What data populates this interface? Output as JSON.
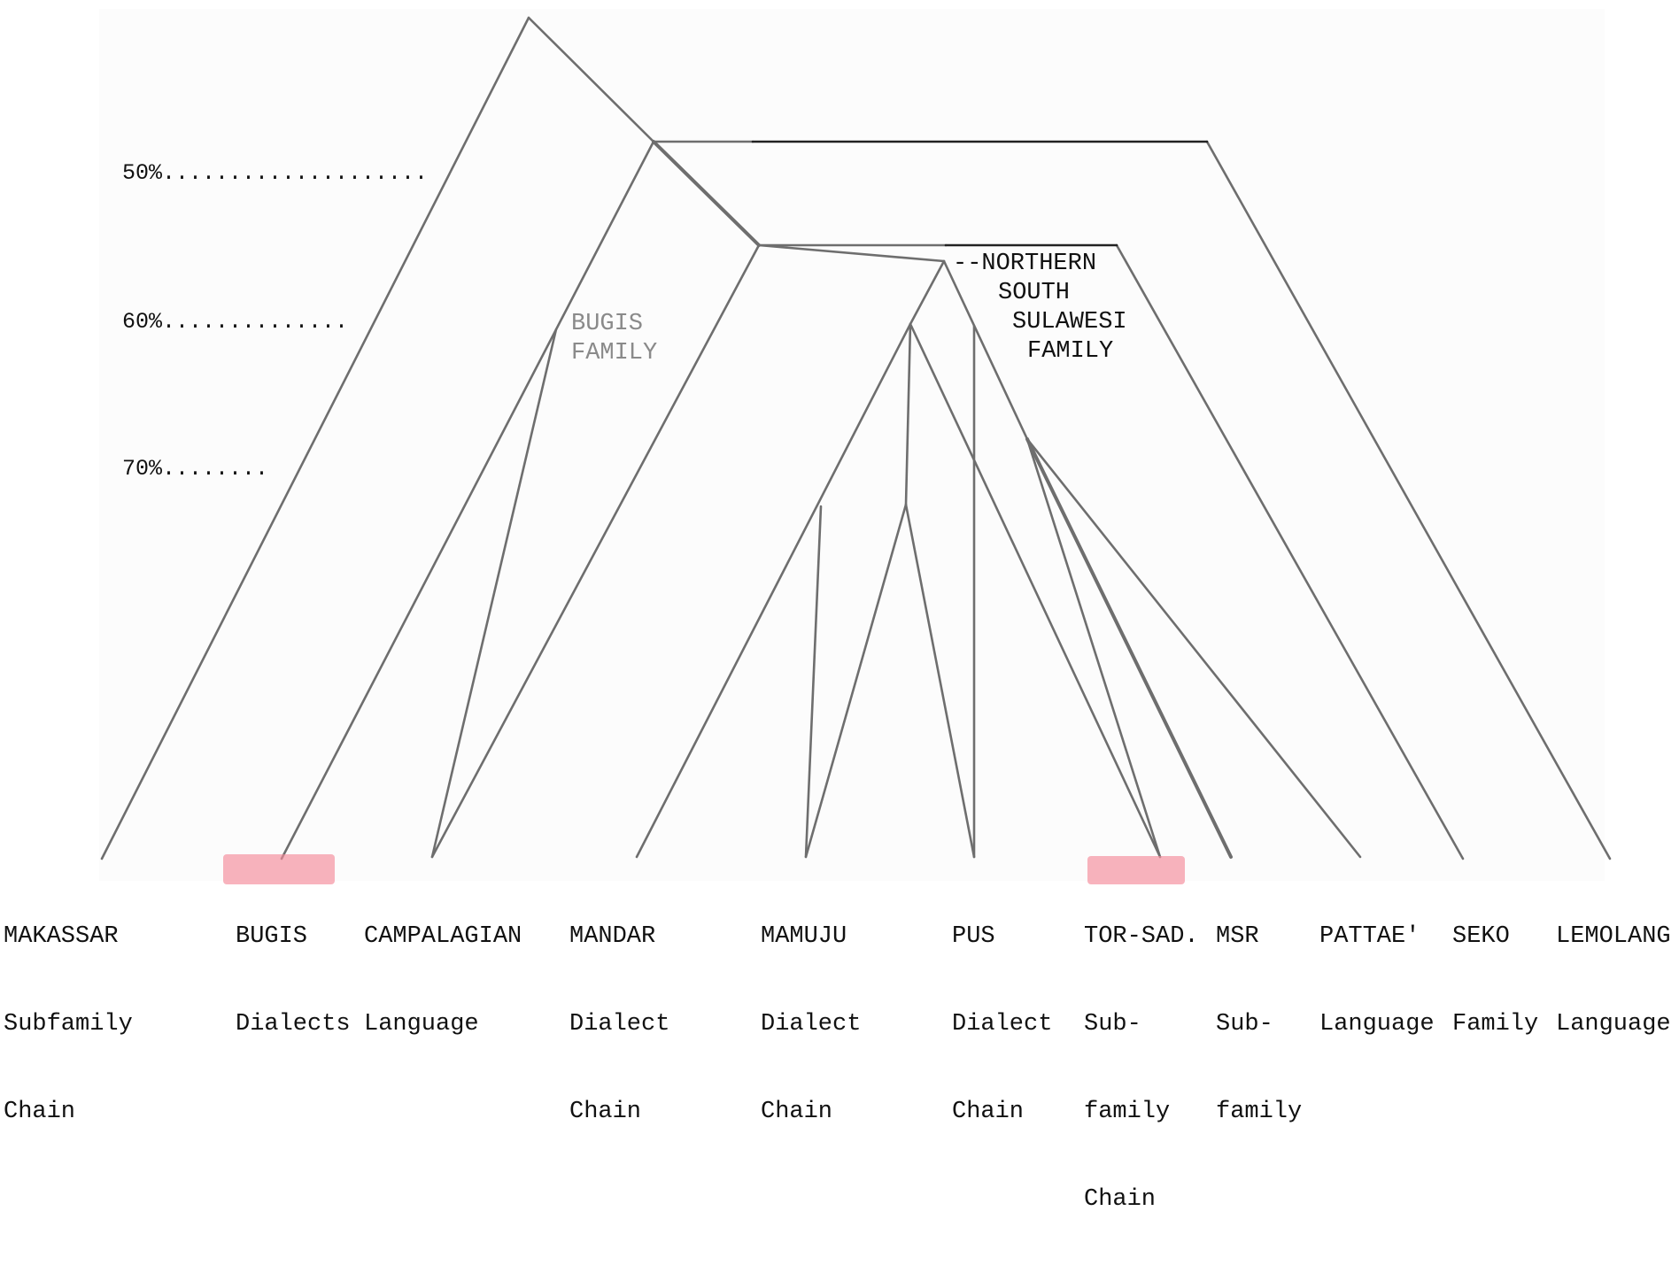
{
  "scale_markers": [
    {
      "label": "50%",
      "dots": "...................."
    },
    {
      "label": "60%",
      "dots": ".............."
    },
    {
      "label": "70%",
      "dots": "........"
    }
  ],
  "family_labels": {
    "bugis": [
      "BUGIS",
      "FAMILY"
    ],
    "northern_prefix": "--NORTHERN",
    "northern": [
      "SOUTH",
      "SULAWESI",
      "FAMILY"
    ]
  },
  "leaves": [
    {
      "line1": "MAKASSAR",
      "line2": "Subfamily",
      "line3": "Chain"
    },
    {
      "line1": "BUGIS",
      "line2": "Dialects",
      "line3": "",
      "highlighted": true
    },
    {
      "line1": "CAMPALAGIAN",
      "line2": "Language",
      "line3": ""
    },
    {
      "line1": "MANDAR",
      "line2": "Dialect",
      "line3": "Chain"
    },
    {
      "line1": "MAMUJU",
      "line2": "Dialect",
      "line3": "Chain"
    },
    {
      "line1": "PUS",
      "line2": "Dialect",
      "line3": "Chain"
    },
    {
      "line1": "TOR-SAD.",
      "line2": "Sub-",
      "line3": "family",
      "line4": "Chain",
      "highlighted": true
    },
    {
      "line1": "MSR",
      "line2": "Sub-",
      "line3": "family"
    },
    {
      "line1": "PATTAE'",
      "line2": "Language",
      "line3": ""
    },
    {
      "line1": "SEKO",
      "line2": "Family",
      "line3": ""
    },
    {
      "line1": "LEMOLANG",
      "line2": "Language",
      "line3": ""
    }
  ],
  "colors": {
    "line": "#6e6e6e",
    "highlight": "#f58a9a",
    "dark_line": "#222222"
  }
}
